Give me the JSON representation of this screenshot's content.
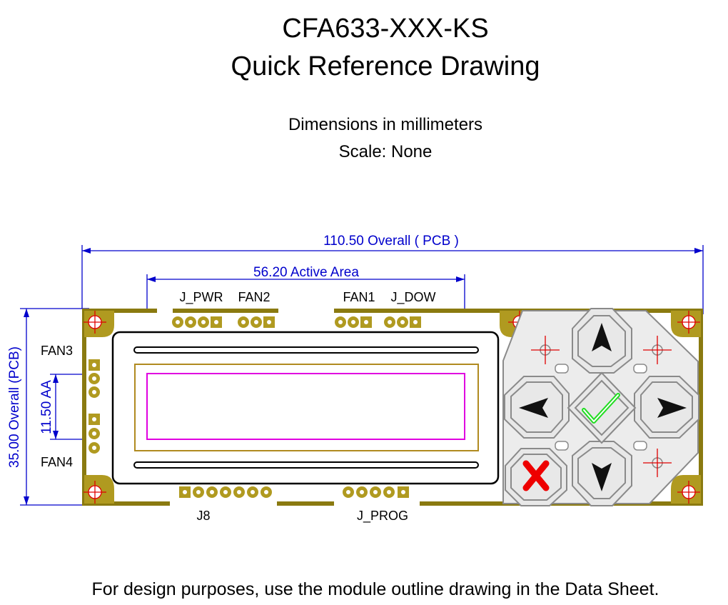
{
  "title": {
    "line1": "CFA633-XXX-KS",
    "line2": "Quick Reference Drawing"
  },
  "subtitle": {
    "units": "Dimensions in millimeters",
    "scale": "Scale: None"
  },
  "dimensions": {
    "overall_width": "110.50 Overall ( PCB )",
    "active_area": "56.20 Active Area",
    "overall_height": "35.00 Overall (PCB)",
    "aa_height": "11.50 AA"
  },
  "connectors": {
    "j_pwr": "J_PWR",
    "fan2": "FAN2",
    "fan1": "FAN1",
    "j_dow": "J_DOW",
    "fan3": "FAN3",
    "fan4": "FAN4",
    "j8": "J8",
    "j_prog": "J_PROG"
  },
  "keypad": {
    "keys": [
      "up-arrow",
      "down-arrow",
      "left-arrow",
      "right-arrow",
      "check",
      "cancel"
    ],
    "check_color": "#22dd22",
    "cancel_color": "#ee0000"
  },
  "colors": {
    "pcb_outline": "#8a7a10",
    "pad": "#b09a20",
    "dimension": "#0000cc",
    "active_area": "#e000e0",
    "mount_hole": "#e00000"
  },
  "footer": "For design purposes, use the module outline drawing in the Data Sheet."
}
